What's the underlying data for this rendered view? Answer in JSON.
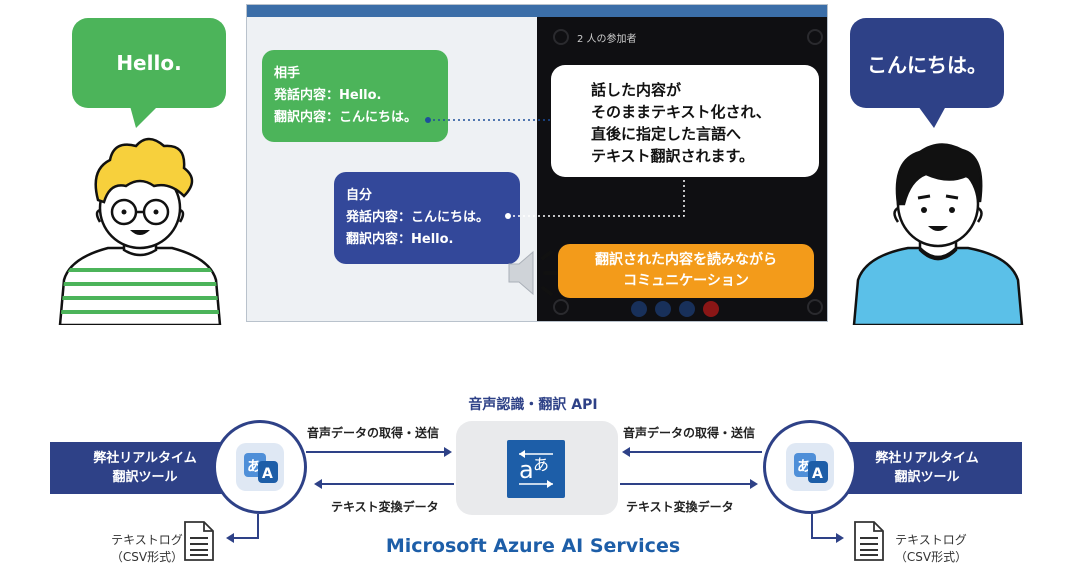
{
  "speech_left": "Hello.",
  "speech_right": "こんにちは。",
  "screen": {
    "participants": "2 人の参加者",
    "partner": {
      "title": "相手",
      "speech": "発話内容：Hello.",
      "translation": "翻訳内容：こんにちは。"
    },
    "self": {
      "title": "自分",
      "speech": "発話内容：こんにちは。",
      "translation": "翻訳内容：Hello."
    },
    "callout_lines": [
      "話した内容が",
      "そのままテキスト化され、",
      "直後に指定した言語へ",
      "テキスト翻訳されます。"
    ],
    "orange_lines": [
      "翻訳された内容を読みながら",
      "コミュニケーション"
    ]
  },
  "diagram": {
    "api_label": "音声認識・翻訳 API",
    "left_tool": [
      "弊社リアルタイム",
      "翻訳ツール"
    ],
    "right_tool": [
      "弊社リアルタイム",
      "翻訳ツール"
    ],
    "arrow_top_left": "音声データの取得・送信",
    "arrow_top_right": "音声データの取得・送信",
    "arrow_bottom_left": "テキスト変換データ",
    "arrow_bottom_right": "テキスト変換データ",
    "log_left": [
      "テキストログ",
      "（CSV形式）"
    ],
    "log_right": [
      "テキストログ",
      "（CSV形式）"
    ],
    "service_name": "Microsoft Azure AI Services"
  },
  "colors": {
    "green": "#4cb45a",
    "navy": "#2e4187",
    "orange": "#f39b1a",
    "azure_blue": "#1d5ea8"
  },
  "icons": [
    "speaker-icon",
    "translator-app-icon",
    "translator-api-icon",
    "document-icon",
    "arrow-icon"
  ]
}
